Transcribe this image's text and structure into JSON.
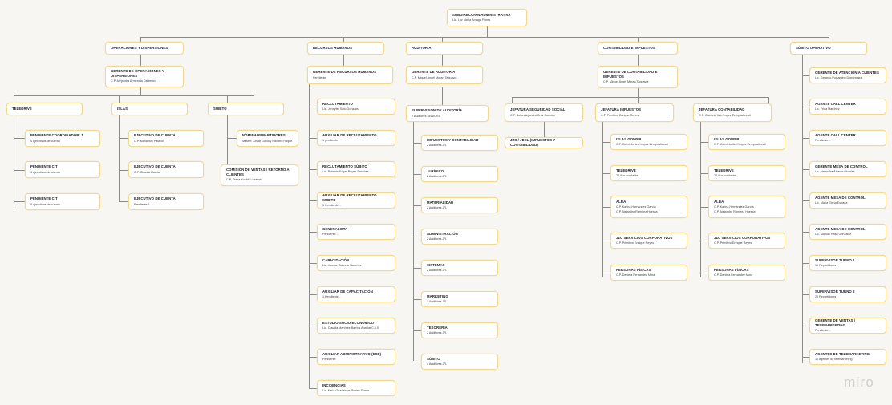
{
  "meta": {
    "watermark": "miro",
    "canvas_bg": "#f7f6f2",
    "node_border": "#f2d98c",
    "edge_color": "#8a8a86"
  },
  "root": {
    "title": "SUBDIRECCIÓN ADMINISTRATIVA",
    "sub": "Lic. Luz María Arriaga Flores"
  },
  "divisions": [
    {
      "key": "operaciones",
      "title": "OPERACIONES Y DISPERSIONES",
      "manager": {
        "title": "GERENTE DE OPERACIONES Y DISPERSIONES",
        "sub": "C.P. Alejandra Armendia Calderón"
      },
      "groups": [
        {
          "title": "TELEDRIVE",
          "items": [
            {
              "title": "Pendiente Coordinador: 1",
              "sub": "4 ejecutivos de cuenta"
            },
            {
              "title": "Pendiente C.T",
              "sub": "4 ejecutivos de cuenta"
            },
            {
              "title": "Pendiente C.T",
              "sub": "5 ejecutivos de cuenta"
            }
          ]
        },
        {
          "title": "ISLAS",
          "items": [
            {
              "title": "EJECUTIVO DE CUENTA",
              "sub": "C.P. Maharishi Palacio"
            },
            {
              "title": "EJECUTIVO DE CUENTA",
              "sub": "C.P. Claudia Huerta"
            },
            {
              "title": "EJECUTIVO DE CUENTA",
              "sub": "Pendiente 1"
            }
          ]
        },
        {
          "title": "SÚBITO",
          "items": [
            {
              "title": "NÓMINA REPARTIDORES",
              "sub": "Master: Cesar Gorody Navarro Roque"
            },
            {
              "title": "COMISIÓN DE VENTAS / RETORNO A CLIENTES",
              "sub": "C.P. Diana Xóchitl Lezama"
            }
          ]
        }
      ]
    },
    {
      "key": "recursos_humanos",
      "title": "RECURSOS HUMANOS",
      "manager": {
        "title": "GERENTE DE RECURSOS HUMANOS",
        "sub": "Pendiente"
      },
      "items": [
        {
          "title": "RECLUTAMIENTO",
          "sub": "Lic. Jennyfer Soto Gonzalez"
        },
        {
          "title": "AUXILIAR DE RECLUTAMIENTO",
          "sub": "1 pendiente"
        },
        {
          "title": "RECLUTAMIENTO SÚBITO",
          "sub": "Lic. Roberto Edgar Reyes Sanchez"
        },
        {
          "title": "AUXILIAR DE RECLUTAMIENTO SÚBITO",
          "sub": "1 Pendiente..."
        },
        {
          "title": "GENERALISTA",
          "sub": "Pendiente..."
        },
        {
          "title": "CAPACITACIÓN",
          "sub": "Lic. Joanne Cabrera Sanchez"
        },
        {
          "title": "AUXILIAR DE CAPACITACIÓN",
          "sub": "1 Pendiente..."
        },
        {
          "title": "ESTUDIO SOCIO ECONÓMICO",
          "sub": "Lic. Claudia Martínez Barrios Auxiliar C.1.0"
        },
        {
          "title": "AUXILIAR ADMINISTRATIVO (ESE)",
          "sub": "Pendiente"
        },
        {
          "title": "INCIDENCIAS",
          "sub": "Lic. Karla Guadalupe Robles Flores"
        }
      ]
    },
    {
      "key": "auditoria",
      "title": "AUDITORÍA",
      "manager": {
        "title": "GERENTE DE AUDITORÍA",
        "sub": "C.P. Miguel Ángel Moran Taquayot"
      },
      "supervision": {
        "title": "SUPERVISIÓN DE AUDITORÍA",
        "sub": "2 Auditores SENIORS"
      },
      "items": [
        {
          "title": "IMPUESTOS Y CONTABILIDAD",
          "sub": "2 Auditores JR."
        },
        {
          "title": "JURÍDICO",
          "sub": "2 Auditores JR."
        },
        {
          "title": "MATERIALIDAD",
          "sub": "2 Auditores JR."
        },
        {
          "title": "ADMINISTRACIÓN",
          "sub": "2 Auditores JR."
        },
        {
          "title": "SISTEMAS",
          "sub": "2 Auditores JR."
        },
        {
          "title": "MARKETING",
          "sub": "1 Auditores JR."
        },
        {
          "title": "TESORERÍA",
          "sub": "2 Auditores JR."
        },
        {
          "title": "SÚBITO",
          "sub": "4 Auditores JR."
        }
      ]
    },
    {
      "key": "contabilidad",
      "title": "CONTABILIDAD E IMPUESTOS",
      "manager": {
        "title": "GERENTE DE CONTABILIDAD E IMPUESTOS",
        "sub": "C.P. Miguel Ángel Moran Taquayot"
      },
      "branches": [
        {
          "title": "JEFATURA SEGURIDAD SOCIAL",
          "sub": "C.P. Sofía Alejandra Cruz Romero",
          "items": [
            {
              "title": "JZC / JDEL (IMPUESTOS Y CONTABILIDAD)",
              "sub": ""
            }
          ]
        },
        {
          "title": "JEFATURA IMPUESTOS",
          "sub": "C.P. Primitivo Enrique Reyes",
          "items": [
            {
              "title": "ISLAS GOWER",
              "sub": "C.P. Gabriela Itzel Lopez Zempoaltecatl"
            },
            {
              "title": "TELEDRIVE",
              "sub": "24 Aux. contable"
            },
            {
              "title": "ALBA",
              "sub": "C.P. Karina Hernández García",
              "sub2": "C.P. Alejandro Ramírez Huesca"
            },
            {
              "title": "JZC SERVICIOS CORPORATIVOS",
              "sub": "C.P. Primitivo Enrique Reyes"
            },
            {
              "title": "PERSONAS FÍSICAS",
              "sub": "C.P. Daniela Fernandez Mora"
            }
          ]
        },
        {
          "title": "JEFATURA CONTABILIDAD",
          "sub": "C.P. Gabriela Itzel Lopez Zempoaltecatl",
          "items": [
            {
              "title": "ISLAS GOWER",
              "sub": "C.P. Gabriela Itzel Lopez Zempoaltecatl"
            },
            {
              "title": "TELEDRIVE",
              "sub": "24 Aux. contable"
            },
            {
              "title": "ALBA",
              "sub": "C.P. Karina Hernández García",
              "sub2": "C.P. Alejandro Ramírez Huesca"
            },
            {
              "title": "JZC SERVICIOS CORPORATIVOS",
              "sub": "C.P. Primitivo Enrique Reyes"
            },
            {
              "title": "PERSONAS FÍSICAS",
              "sub": "C.P. Daniela Fernandez Mora"
            }
          ]
        }
      ]
    },
    {
      "key": "subito_operativo",
      "title": "SÚBITO OPERATIVO",
      "items": [
        {
          "title": "GERENTE DE ATENCIÓN A CLIENTES",
          "sub": "Lic. Gerardo Pulsamino Domínguez"
        },
        {
          "title": "AGENTE CALL CENTER",
          "sub": "Lic. Frida Martínez"
        },
        {
          "title": "AGENTE CALL CENTER",
          "sub": "Pendiente..."
        },
        {
          "title": "GERENTE MESA DE CONTROL",
          "sub": "Lic. Alejandra Álvarez Morales"
        },
        {
          "title": "AGENTE MESA DE CONTROL",
          "sub": "Lic. María Elena Estrada"
        },
        {
          "title": "AGENTE MESA DE CONTROL",
          "sub": "Lic. Manuel Haso Gonzalez"
        },
        {
          "title": "SUPERVISOR TURNO 1",
          "sub": "10 Repartidores"
        },
        {
          "title": "SUPERVISOR TURNO 2",
          "sub": "20 Repartidores"
        },
        {
          "title": "GERENTE DE VENTAS / TELEMARKETING",
          "sub": "Pendiente..."
        },
        {
          "title": "AGENTES DE TELEMARKETING",
          "sub": "10 agentes de telemarketing"
        }
      ]
    }
  ]
}
